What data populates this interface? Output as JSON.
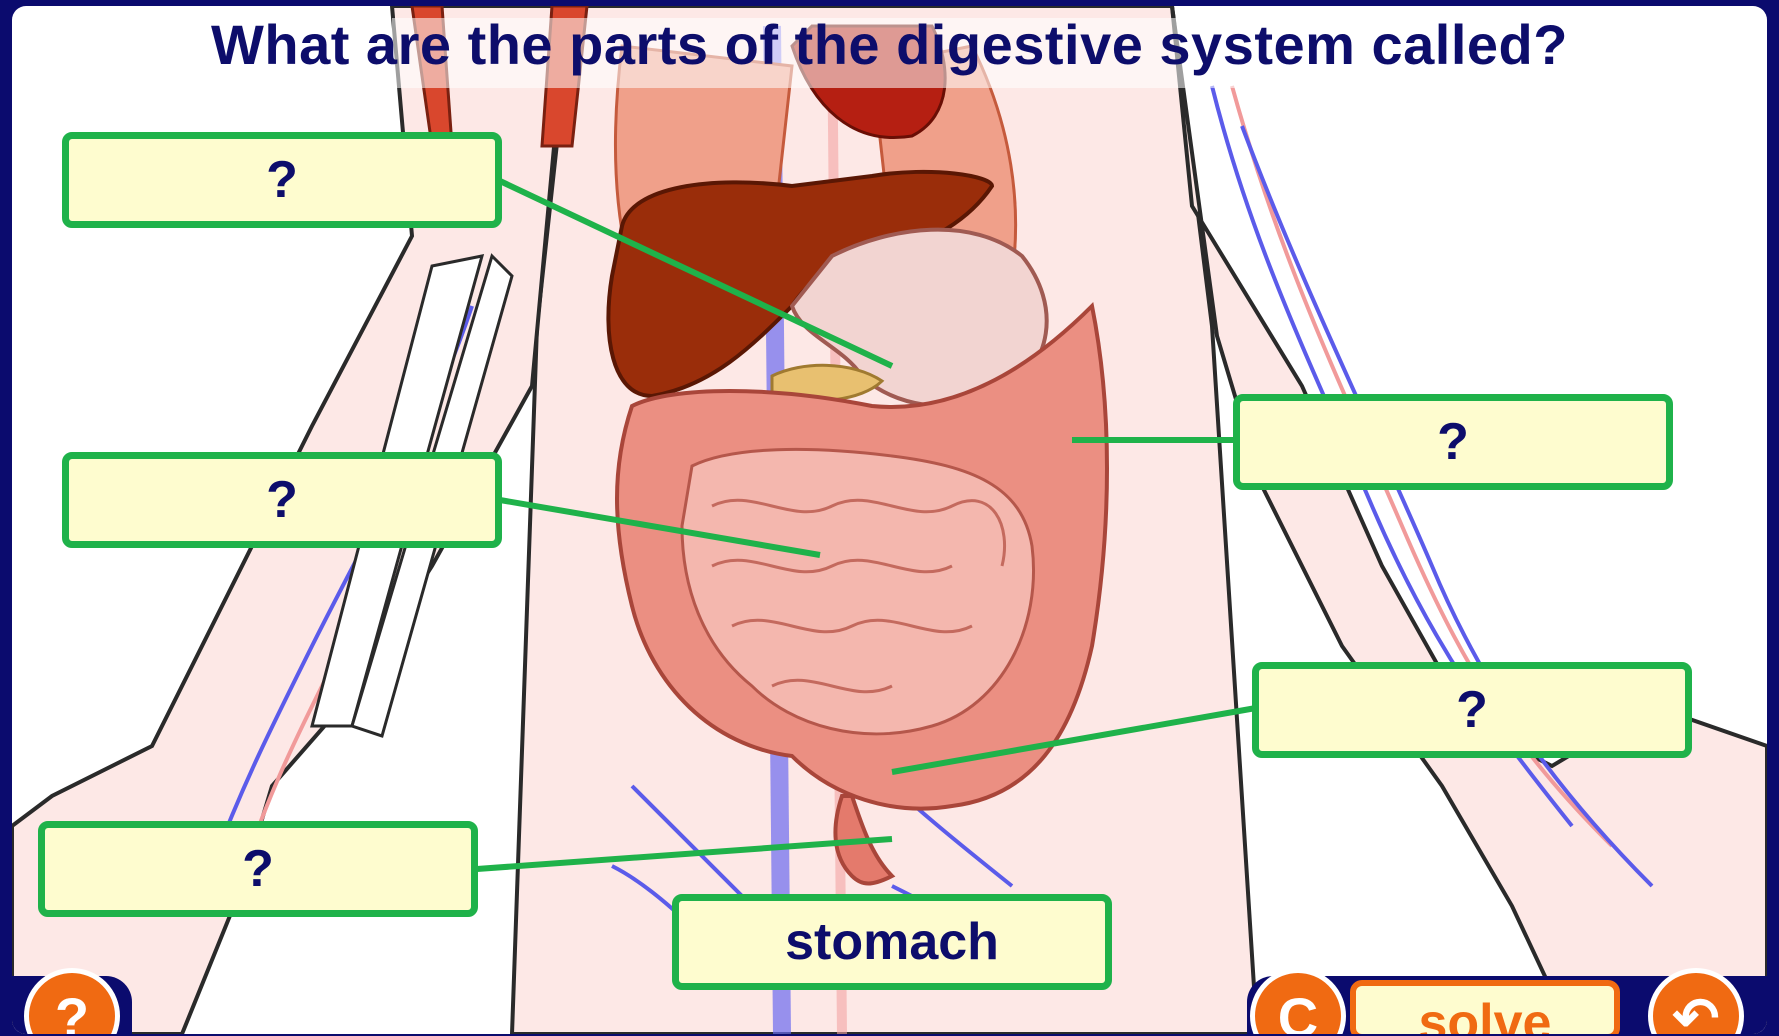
{
  "question": "What are the parts of the digestive system called?",
  "labels": [
    {
      "text": "?"
    },
    {
      "text": "?"
    },
    {
      "text": "?"
    },
    {
      "text": "?"
    },
    {
      "text": "?"
    },
    {
      "text": "stomach"
    }
  ],
  "controls": {
    "help_glyph": "?",
    "reset_glyph": "C",
    "solve_label": "solve",
    "back_glyph": "↶"
  },
  "colors": {
    "frame": "#0b0b6e",
    "label_fill": "#fefccf",
    "label_border": "#1fb24a",
    "leader_line": "#1fb24a",
    "title_text": "#0d0d6b",
    "button_orange": "#f06a12"
  },
  "icons": [
    "help-icon",
    "reset-icon",
    "back-icon"
  ]
}
